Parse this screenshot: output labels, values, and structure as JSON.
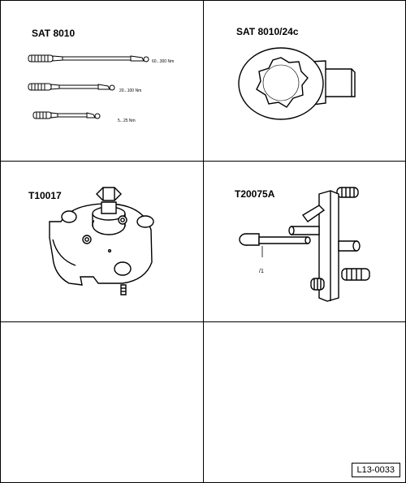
{
  "cells": [
    {
      "title": "SAT 8010",
      "labels": [
        "60...300 Nm",
        "20...100 Nm",
        "5...25 Nm"
      ]
    },
    {
      "title": "SAT 8010/24c"
    },
    {
      "title": "T10017"
    },
    {
      "title": "T20075A",
      "callout": "/1"
    },
    {
      "title": ""
    },
    {
      "title": ""
    }
  ],
  "figure_ref": "L13-0033"
}
